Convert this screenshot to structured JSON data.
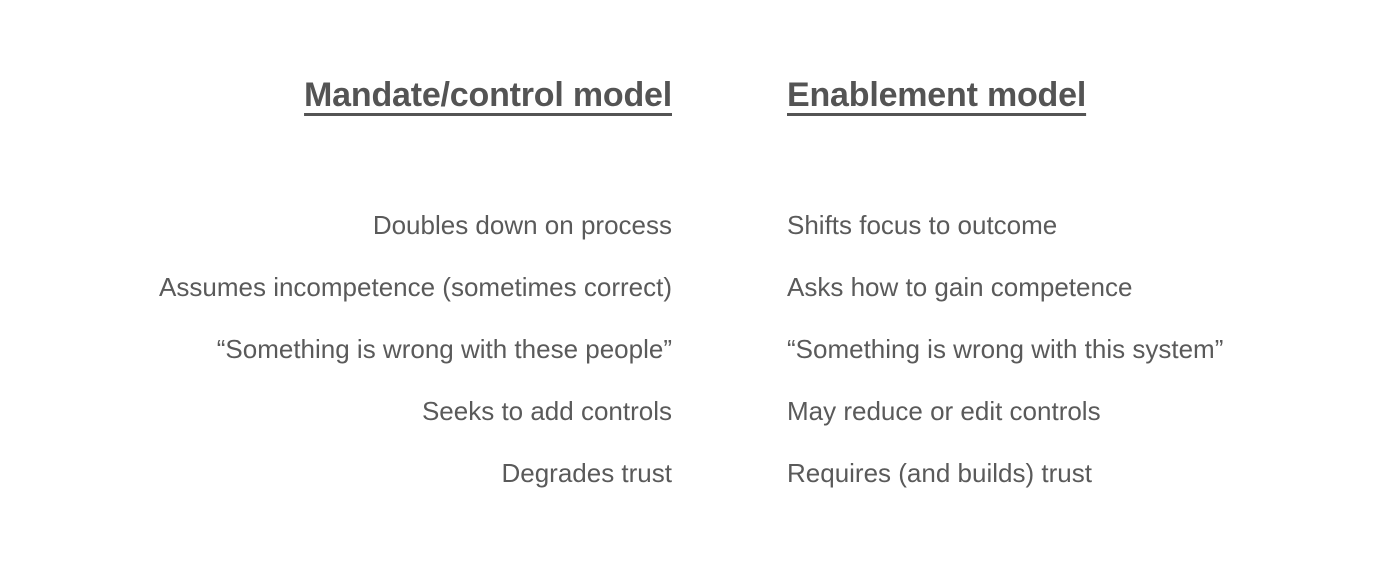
{
  "slide": {
    "background_color": "#ffffff",
    "heading_color": "#545454",
    "body_text_color": "#5a5a5a",
    "columns": [
      {
        "header": "Mandate/control model",
        "alignment": "right",
        "rows": [
          "Doubles down on process",
          "Assumes incompetence (sometimes correct)",
          "“Something is wrong with these people”",
          "Seeks to add controls",
          "Degrades trust"
        ]
      },
      {
        "header": "Enablement model",
        "alignment": "left",
        "rows": [
          "Shifts focus to outcome",
          "Asks how to gain competence",
          "“Something is wrong with this system”",
          "May reduce or edit controls",
          "Requires (and builds) trust"
        ]
      }
    ]
  }
}
